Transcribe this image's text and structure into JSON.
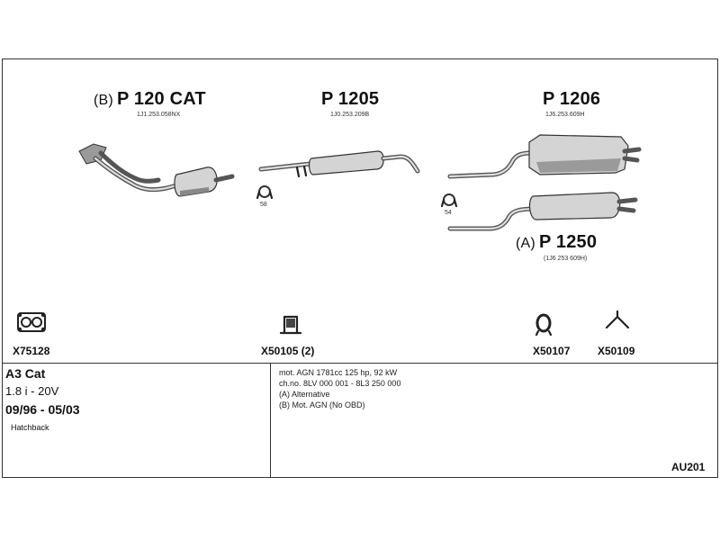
{
  "parts": {
    "p120": {
      "prefix": "(B)",
      "code": "P 120 CAT",
      "ref": "1J1.253.058NX"
    },
    "p1205": {
      "code": "P 1205",
      "ref": "1J0.253.209B"
    },
    "p1206": {
      "code": "P 1206",
      "ref": "1J6.253.609H"
    },
    "p1250": {
      "prefix": "(A)",
      "code": "P 1250",
      "ref": "(1J6 253 609H)"
    }
  },
  "clamps": {
    "c58": "58",
    "c54": "54"
  },
  "accessories": [
    {
      "code": "X75128",
      "icon": "gasket-flange-icon"
    },
    {
      "code": "X50105 (2)",
      "icon": "rubber-mount-icon"
    },
    {
      "code": "X50107",
      "icon": "hanger-ring-icon"
    },
    {
      "code": "X50109",
      "icon": "y-bracket-icon"
    }
  ],
  "vehicle": {
    "model": "A3 Cat",
    "engine": "1.8 i - 20V",
    "years": "09/96 - 05/03",
    "body": "Hatchback"
  },
  "info_lines": [
    "mot. AGN 1781cc 125 hp, 92 kW",
    "ch.no. 8LV 000 001 - 8L3 250 000",
    "(A) Alternative",
    "(B) Mot. AGN (No OBD)"
  ],
  "catalog_code": "AU201"
}
